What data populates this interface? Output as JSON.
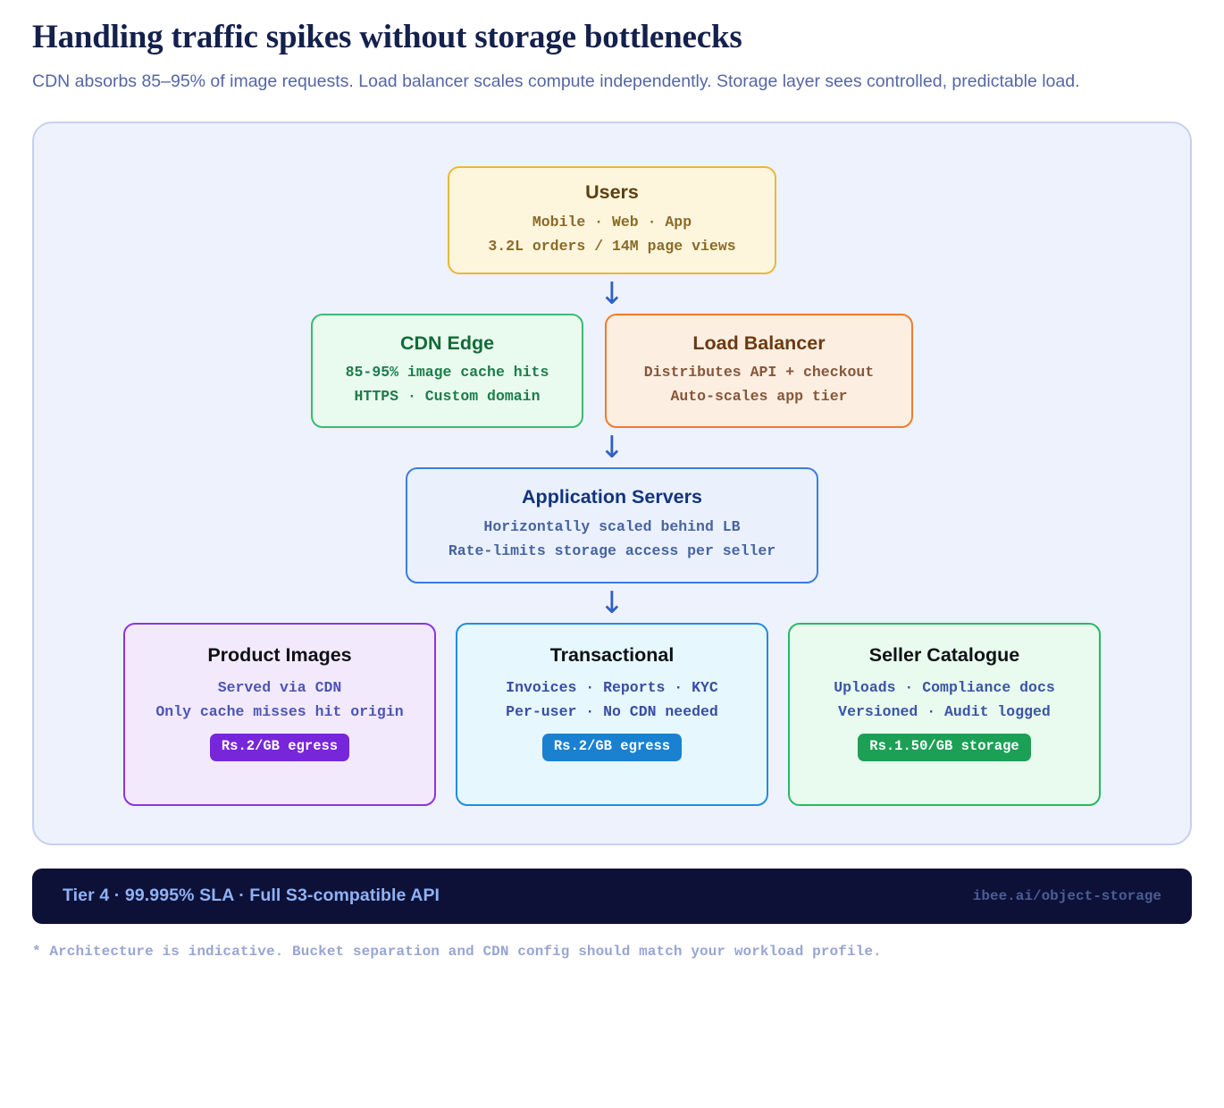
{
  "header": {
    "title": "Handling traffic spikes without storage bottlenecks",
    "subtitle": "CDN absorbs 85–95% of image requests. Load balancer scales compute independently. Storage layer sees controlled, predictable load."
  },
  "diagram": {
    "arrow_glyph": "↓",
    "users": {
      "title": "Users",
      "line1": "Mobile · Web · App",
      "line2": "3.2L orders / 14M page views"
    },
    "cdn": {
      "title": "CDN Edge",
      "line1": "85-95% image cache hits",
      "line2": "HTTPS · Custom domain"
    },
    "load_balancer": {
      "title": "Load Balancer",
      "line1": "Distributes API + checkout",
      "line2": "Auto-scales app tier"
    },
    "app_servers": {
      "title": "Application Servers",
      "line1": "Horizontally scaled behind LB",
      "line2": "Rate-limits storage access per seller"
    },
    "storage": [
      {
        "title": "Product Images",
        "line1": "Served via CDN",
        "line2": "Only cache misses hit origin",
        "badge": "Rs.2/GB egress",
        "accent": "#8b34e0"
      },
      {
        "title": "Transactional",
        "line1": "Invoices · Reports · KYC",
        "line2": "Per-user · No CDN needed",
        "badge": "Rs.2/GB egress",
        "accent": "#1f8fdc"
      },
      {
        "title": "Seller Catalogue",
        "line1": "Uploads · Compliance docs",
        "line2": "Versioned · Audit logged",
        "badge": "Rs.1.50/GB storage",
        "accent": "#29b862"
      }
    ]
  },
  "footer": {
    "left": "Tier 4 · 99.995% SLA · Full S3-compatible API",
    "right": "ibee.ai/object-storage"
  },
  "disclaimer": "* Architecture is indicative. Bucket separation and CDN config should match your workload profile."
}
